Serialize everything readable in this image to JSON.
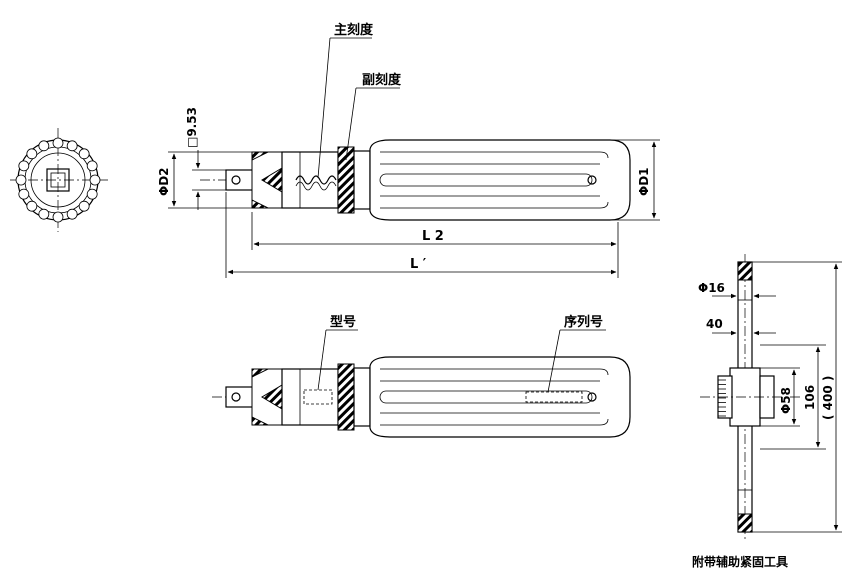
{
  "labels": {
    "main_scale": "主刻度",
    "sub_scale": "副刻度",
    "square_drive": "□9.53",
    "dia_d2": "ΦD2",
    "dia_d1": "ΦD1",
    "length_l2": "L 2",
    "length_l": "L ′",
    "model_no": "型号",
    "serial_no": "序列号",
    "dia_16": "Φ16",
    "dim_40": "40",
    "dia_58": "Φ58",
    "dim_106": "106",
    "dim_400": "( 400 )",
    "tool_caption": "附带辅助紧固工具"
  }
}
